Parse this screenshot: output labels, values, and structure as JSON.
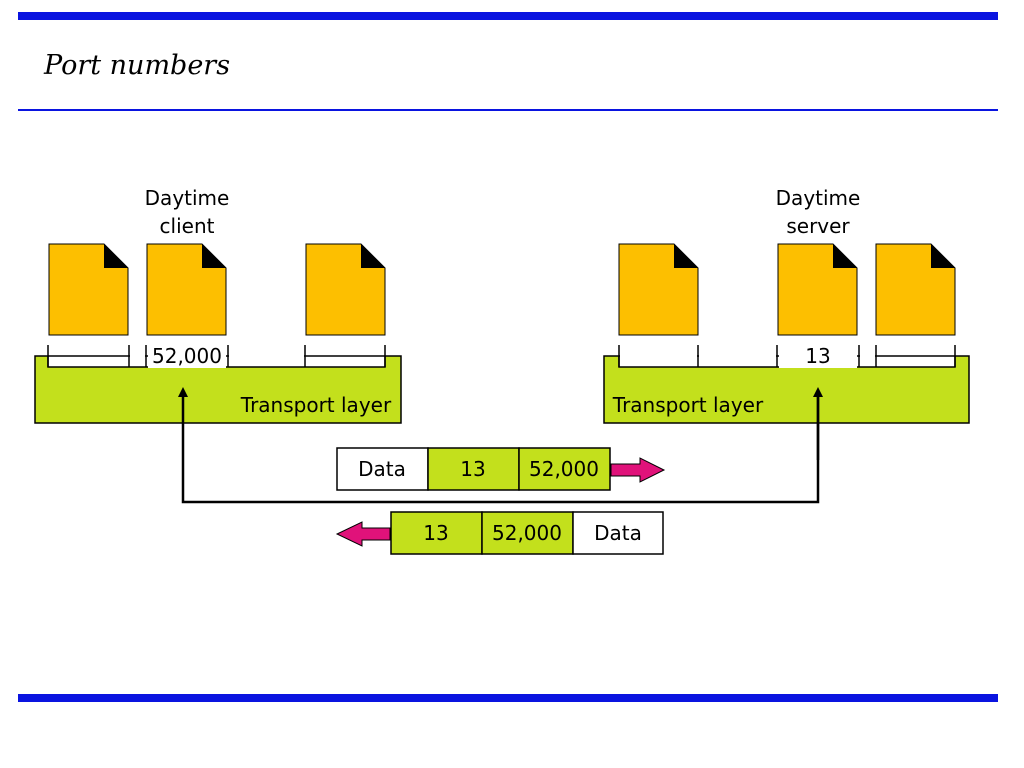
{
  "slide": {
    "title": "Port numbers"
  },
  "client": {
    "label_line1": "Daytime",
    "label_line2": "client",
    "port": "52,000",
    "transport_label": "Transport layer"
  },
  "server": {
    "label_line1": "Daytime",
    "label_line2": "server",
    "port": "13",
    "transport_label": "Transport layer"
  },
  "request_packet": {
    "fields": [
      "Data",
      "13",
      "52,000"
    ]
  },
  "response_packet": {
    "fields": [
      "13",
      "52,000",
      "Data"
    ]
  },
  "colors": {
    "accent_bar": "#0a14e0",
    "document": "#fdbf00",
    "transport": "#c3e01c",
    "arrow": "#e0127a"
  }
}
